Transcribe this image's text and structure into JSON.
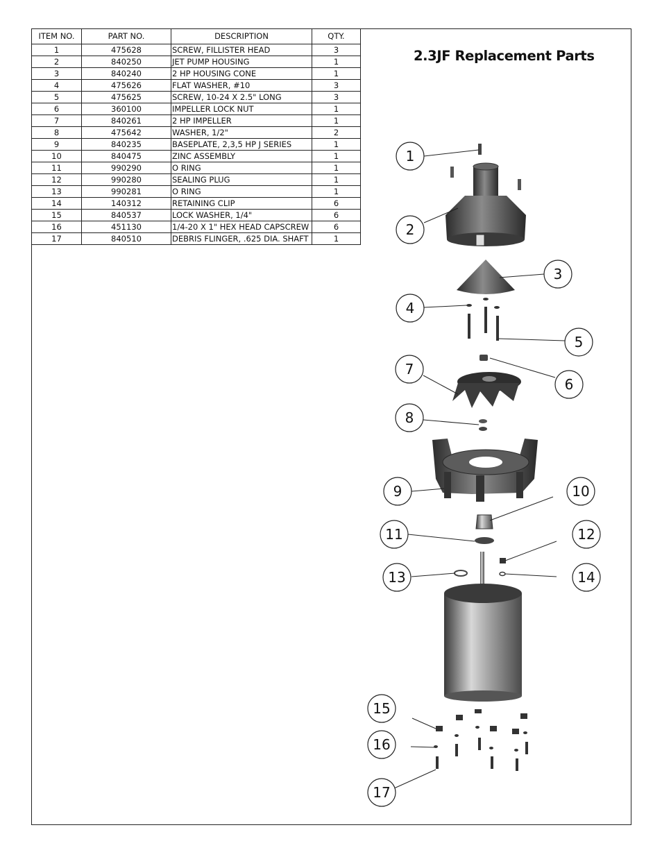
{
  "title": "2.3JF Replacement Parts",
  "table": {
    "headers": [
      "ITEM NO.",
      "PART NO.",
      "DESCRIPTION",
      "QTY."
    ],
    "rows": [
      [
        "1",
        "475628",
        "SCREW, FILLISTER HEAD",
        "3"
      ],
      [
        "2",
        "840250",
        "JET PUMP HOUSING",
        "1"
      ],
      [
        "3",
        "840240",
        "2 HP HOUSING CONE",
        "1"
      ],
      [
        "4",
        "475626",
        "FLAT WASHER, #10",
        "3"
      ],
      [
        "5",
        "475625",
        "SCREW, 10-24 X 2.5\" LONG",
        "3"
      ],
      [
        "6",
        "360100",
        "IMPELLER LOCK NUT",
        "1"
      ],
      [
        "7",
        "840261",
        "2 HP IMPELLER",
        "1"
      ],
      [
        "8",
        "475642",
        "WASHER, 1/2\"",
        "2"
      ],
      [
        "9",
        "840235",
        "BASEPLATE, 2,3,5 HP J SERIES",
        "1"
      ],
      [
        "10",
        "840475",
        "ZINC ASSEMBLY",
        "1"
      ],
      [
        "11",
        "990290",
        "O RING",
        "1"
      ],
      [
        "12",
        "990280",
        "SEALING PLUG",
        "1"
      ],
      [
        "13",
        "990281",
        "O RING",
        "1"
      ],
      [
        "14",
        "140312",
        "RETAINING CLIP",
        "6"
      ],
      [
        "15",
        "840537",
        "LOCK WASHER, 1/4\"",
        "6"
      ],
      [
        "16",
        "451130",
        "1/4-20 X 1\" HEX HEAD CAPSCREW",
        "6"
      ],
      [
        "17",
        "840510",
        "DEBRIS FLINGER, .625 DIA. SHAFT",
        "1"
      ]
    ]
  },
  "callouts": [
    "1",
    "2",
    "3",
    "4",
    "5",
    "6",
    "7",
    "8",
    "9",
    "10",
    "11",
    "12",
    "13",
    "14",
    "15",
    "16",
    "17"
  ]
}
